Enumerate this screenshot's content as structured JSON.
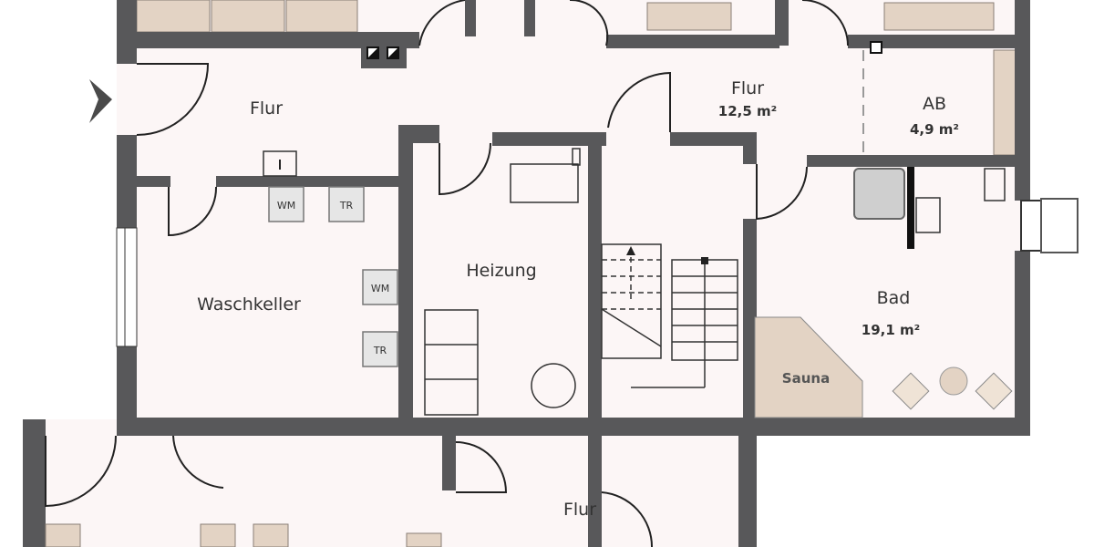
{
  "rooms": {
    "flur_left": {
      "name": "Flur"
    },
    "flur_right": {
      "name": "Flur",
      "area": "12,5 m²"
    },
    "ab": {
      "name": "AB",
      "area": "4,9 m²"
    },
    "waschkeller": {
      "name": "Waschkeller"
    },
    "heizung": {
      "name": "Heizung"
    },
    "bad": {
      "name": "Bad",
      "area": "19,1 m²"
    },
    "sauna": {
      "name": "Sauna"
    },
    "flur_bottom": {
      "name": "Flur"
    }
  },
  "appliances": {
    "wm1": "WM",
    "tr1": "TR",
    "wm2": "WM",
    "tr2": "TR"
  },
  "colors": {
    "wall": "#58585a",
    "floor": "#fcf6f6",
    "furniture": "#e3d3c4"
  }
}
